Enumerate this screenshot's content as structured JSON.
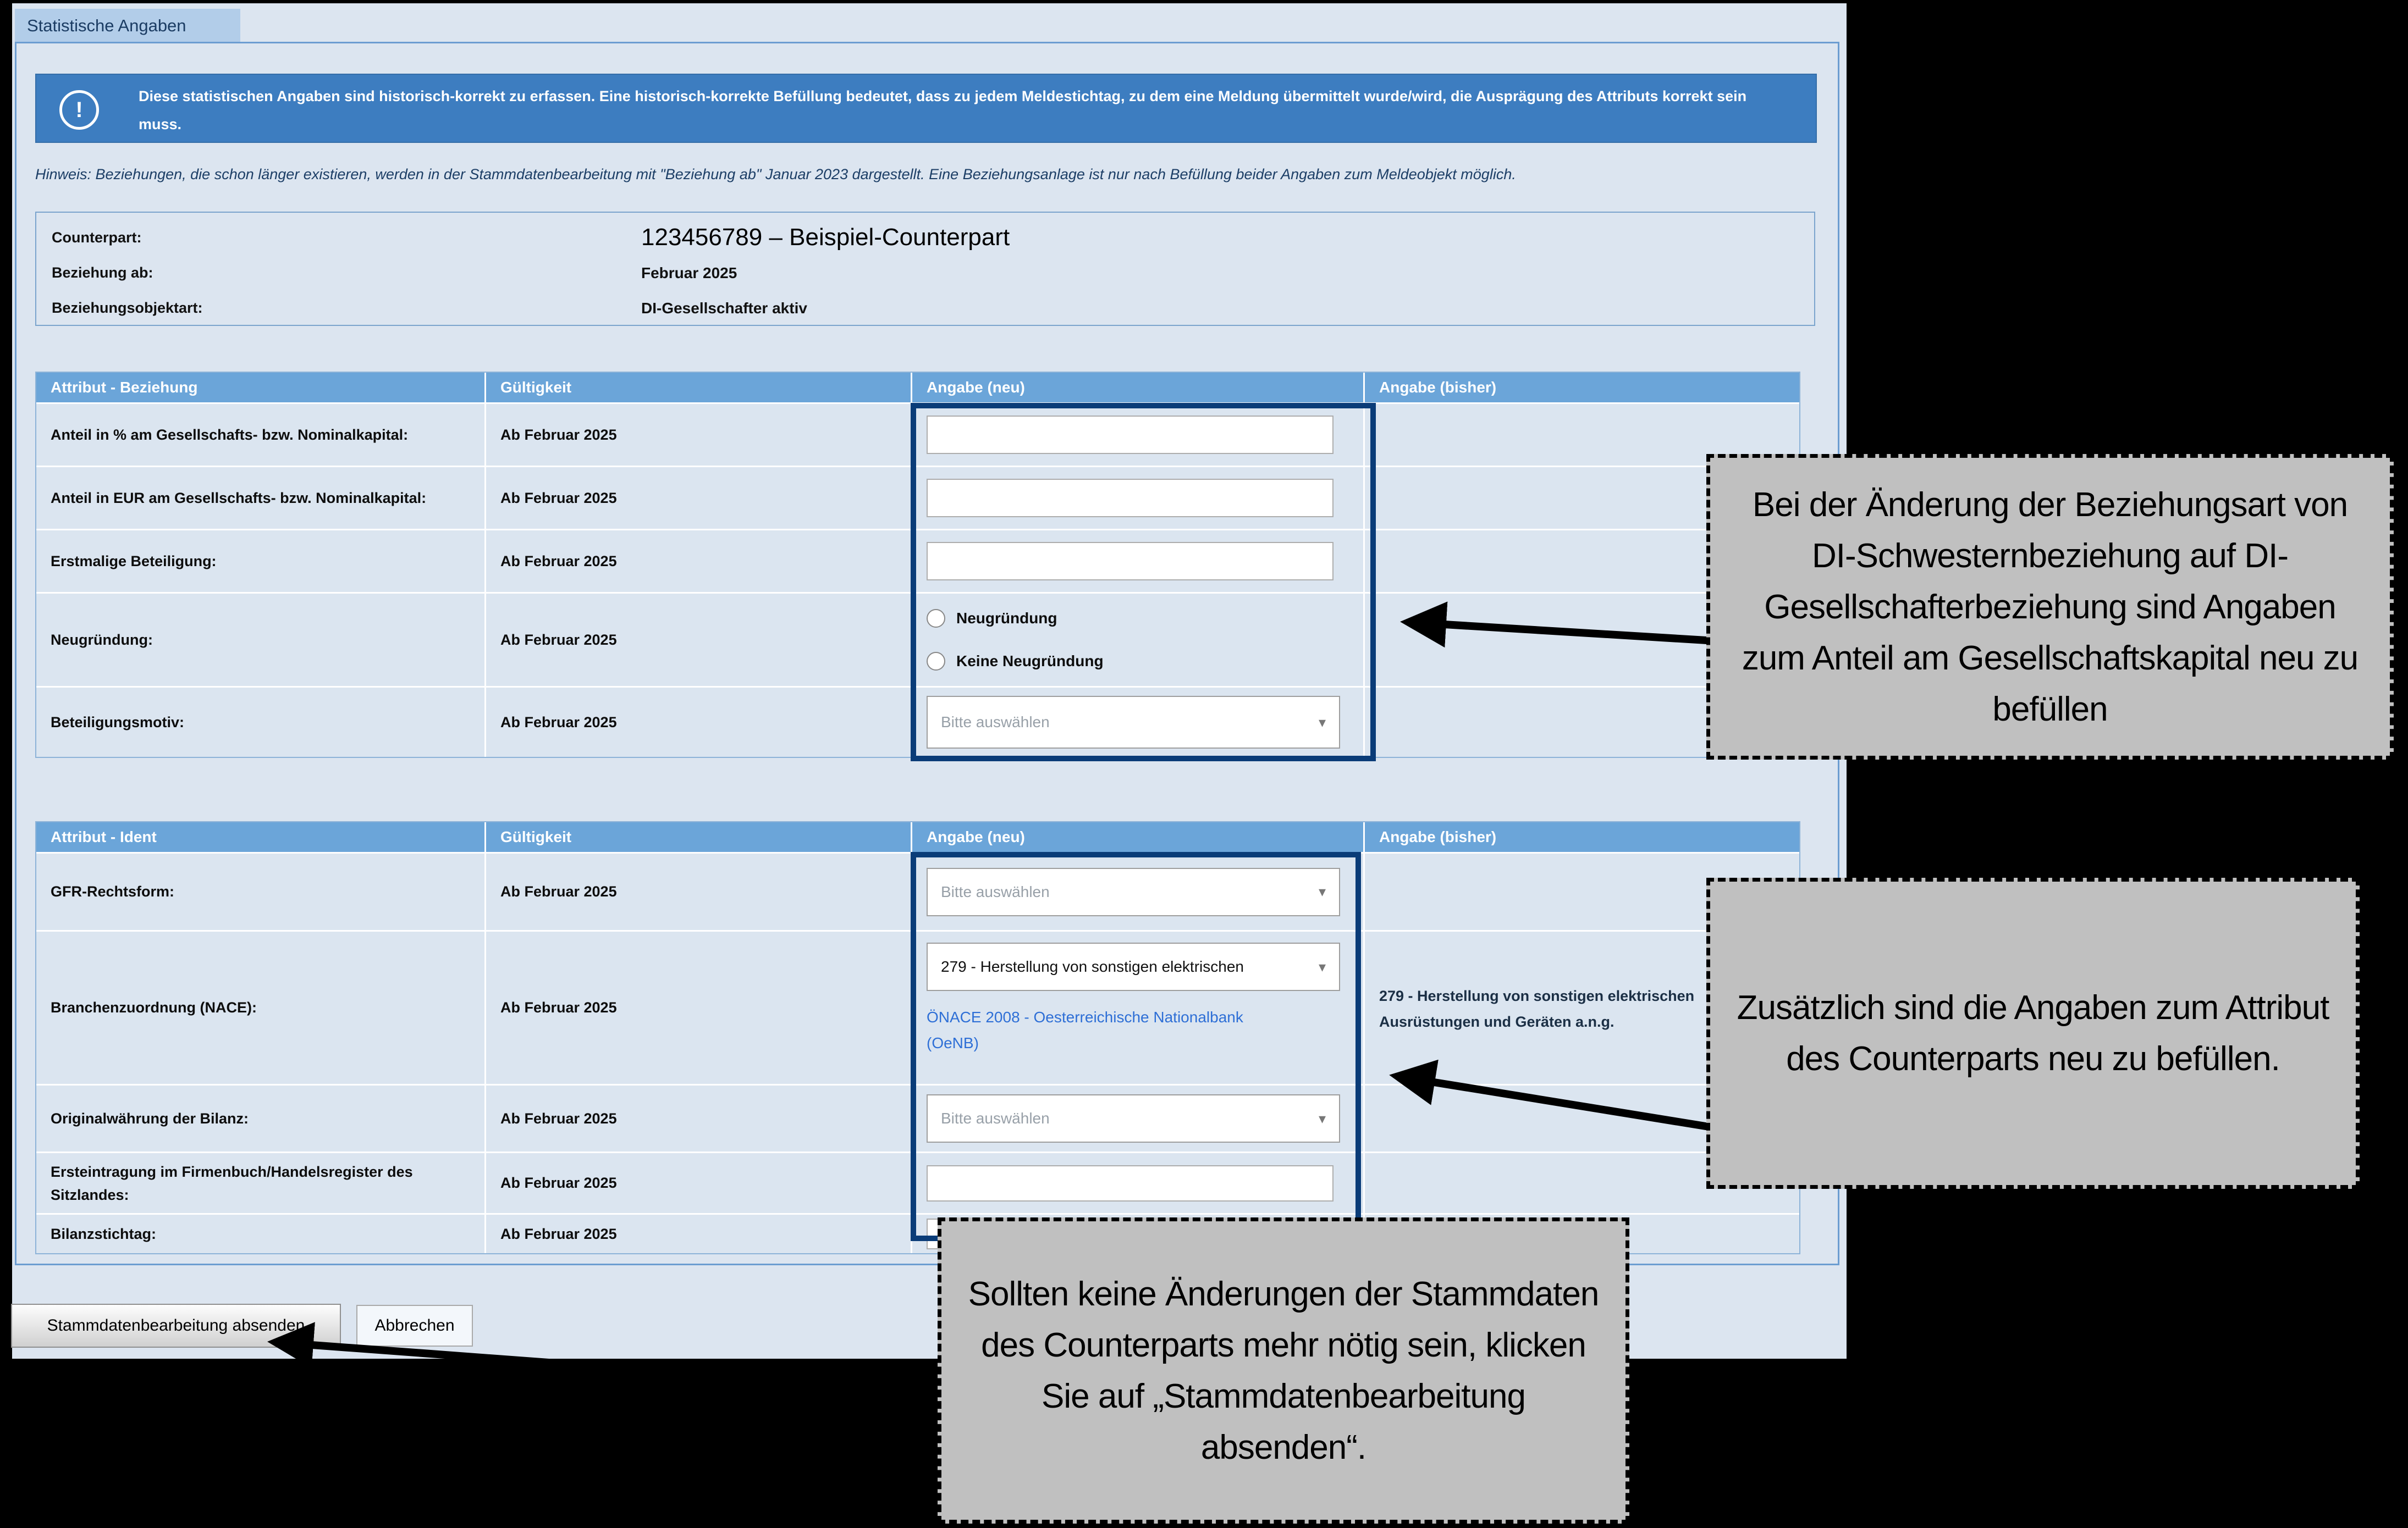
{
  "tab": {
    "label": "Statistische Angaben"
  },
  "banner": {
    "icon": "warning-exclamation-icon",
    "icon_glyph": "!",
    "text": "Diese statistischen Angaben sind historisch-korrekt zu erfassen. Eine historisch-korrekte Befüllung bedeutet, dass zu jedem Meldestichtag, zu dem eine Meldung übermittelt wurde/wird, die Ausprägung des Attributs korrekt sein muss."
  },
  "hint": {
    "text": "Hinweis: Beziehungen, die schon länger existieren, werden in der Stammdatenbearbeitung mit \"Beziehung ab\" Januar 2023 dargestellt. Eine Beziehungsanlage ist nur nach Befüllung beider Angaben zum Meldeobjekt möglich."
  },
  "summary": {
    "counterpart_label": "Counterpart:",
    "counterpart_value": "123456789 – Beispiel-Counterpart",
    "beziehung_ab_label": "Beziehung ab:",
    "beziehung_ab_value": "Februar 2025",
    "objektart_label": "Beziehungsobjektart:",
    "objektart_value": "DI-Gesellschafter aktiv"
  },
  "t1": {
    "headers": [
      "Attribut - Beziehung",
      "Gültigkeit",
      "Angabe (neu)",
      "Angabe (bisher)"
    ],
    "rows": [
      {
        "label": "Anteil in % am Gesellschafts- bzw. Nominalkapital:",
        "validity": "Ab Februar 2025",
        "new_value": "",
        "previous": ""
      },
      {
        "label": "Anteil in EUR am Gesellschafts- bzw. Nominalkapital:",
        "validity": "Ab Februar 2025",
        "new_value": "",
        "previous": ""
      },
      {
        "label": "Erstmalige Beteiligung:",
        "validity": "Ab Februar 2025",
        "new_value": "",
        "previous": ""
      },
      {
        "label": "Neugründung:",
        "validity": "Ab Februar 2025",
        "option1": "Neugründung",
        "option2": "Keine Neugründung",
        "previous": ""
      },
      {
        "label": "Beteiligungsmotiv:",
        "validity": "Ab Februar 2025",
        "placeholder": "Bitte auswählen",
        "previous": ""
      }
    ]
  },
  "t2": {
    "headers": [
      "Attribut - Ident",
      "Gültigkeit",
      "Angabe (neu)",
      "Angabe (bisher)"
    ],
    "rows": [
      {
        "label": "GFR-Rechtsform:",
        "validity": "Ab Februar 2025",
        "placeholder": "Bitte auswählen",
        "previous": ""
      },
      {
        "label": "Branchenzuordnung (NACE):",
        "validity": "Ab Februar 2025",
        "value": "279 - Herstellung von sonstigen elektrischen",
        "link": "ÖNACE 2008 - Oesterreichische Nationalbank (OeNB)",
        "previous": "279 - Herstellung von sonstigen elektrischen Ausrüstungen und Geräten a.n.g."
      },
      {
        "label": "Originalwährung der Bilanz:",
        "validity": "Ab Februar 2025",
        "placeholder": "Bitte auswählen",
        "previous": ""
      },
      {
        "label": "Ersteintragung im Firmenbuch/Handelsregister des Sitzlandes:",
        "validity": "Ab Februar 2025",
        "new_value": "",
        "previous": ""
      },
      {
        "label": "Bilanzstichtag:",
        "validity": "Ab Februar 2025",
        "new_value": "",
        "previous": ""
      }
    ]
  },
  "controls": {
    "select_caret": "▾"
  },
  "buttons": {
    "submit": "Stammdatenbearbeitung absenden",
    "cancel": "Abbrechen"
  },
  "callouts": {
    "c1": "Bei der Änderung der Beziehungsart von DI-Schwesternbeziehung auf DI-Gesellschafterbeziehung sind Angaben zum Anteil am Gesellschaftskapital neu zu befüllen",
    "c2": "Zusätzlich sind die Angaben zum Attribut des Counterparts neu zu befüllen.",
    "c3": "Sollten keine Änderungen der Stammdaten des Counterparts mehr nötig sein, klicken Sie auf „Stammdatenbearbeitung absenden“."
  },
  "colors": {
    "page_bg": "#dce5f0",
    "banner_blue": "#3d7dc0",
    "table_header_blue": "#6ba5d9",
    "highlight_navy": "#0a3c78",
    "callout_gray": "#c0c0c0",
    "link_blue": "#2e6fd6",
    "tab_bg": "#b2cde9",
    "outer_bg": "#000000"
  }
}
